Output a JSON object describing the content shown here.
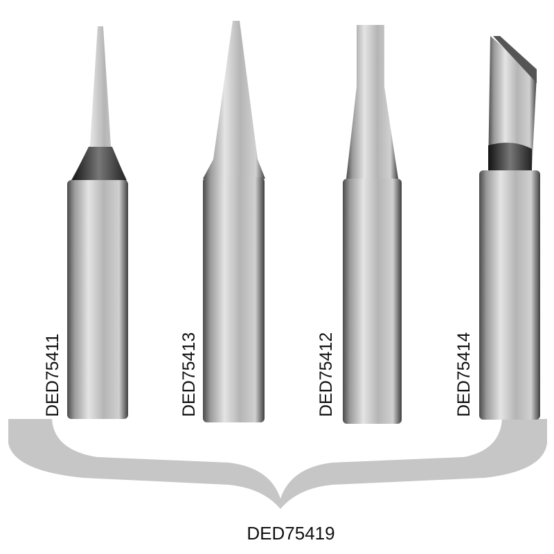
{
  "tips": [
    {
      "code": "DED75411",
      "shape": "conical-fine"
    },
    {
      "code": "DED75413",
      "shape": "conical"
    },
    {
      "code": "DED75412",
      "shape": "chisel"
    },
    {
      "code": "DED75414",
      "shape": "bevel-knife"
    }
  ],
  "set": {
    "code": "DED75419"
  },
  "colors": {
    "brace": "#c6c6c6",
    "metal_light": "#e2e2e2",
    "metal_dark": "#3a3a3a"
  }
}
